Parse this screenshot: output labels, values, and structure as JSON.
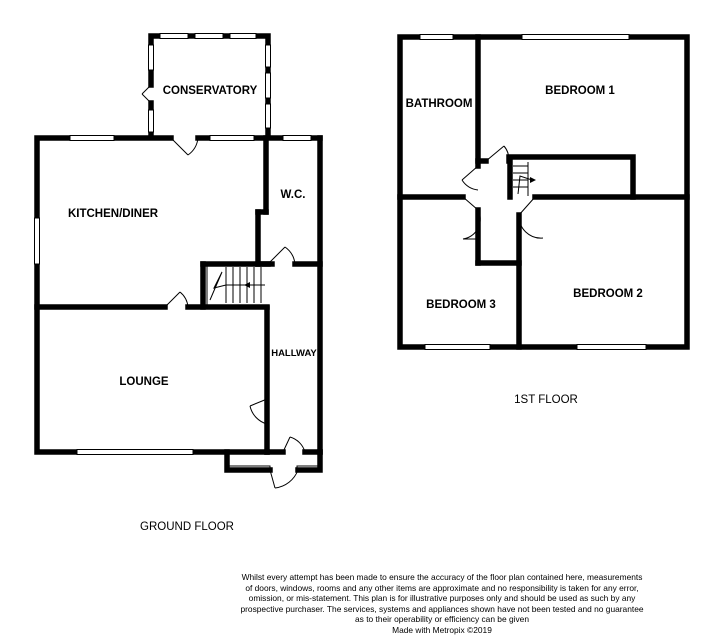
{
  "ground_floor": {
    "caption": "GROUND FLOOR",
    "rooms": {
      "conservatory": "CONSERVATORY",
      "kitchen_diner": "KITCHEN/DINER",
      "wc": "W.C.",
      "lounge": "LOUNGE",
      "hallway": "HALLWAY"
    }
  },
  "first_floor": {
    "caption": "1ST FLOOR",
    "rooms": {
      "bathroom": "BATHROOM",
      "bedroom_1": "BEDROOM 1",
      "bedroom_2": "BEDROOM 2",
      "bedroom_3": "BEDROOM 3"
    }
  },
  "disclaimer": {
    "lines": [
      "Whilst every attempt has been made to ensure the accuracy of the floor plan contained here, measurements",
      "of doors, windows, rooms and any other items are approximate and no responsibility is taken for any error,",
      "omission, or mis-statement. This plan is for illustrative purposes only and should be used as such by any",
      "prospective purchaser. The services, systems and appliances shown have not been tested and no guarantee",
      "as to their operability or efficiency can be given",
      "Made with Metropix ©2019"
    ]
  }
}
